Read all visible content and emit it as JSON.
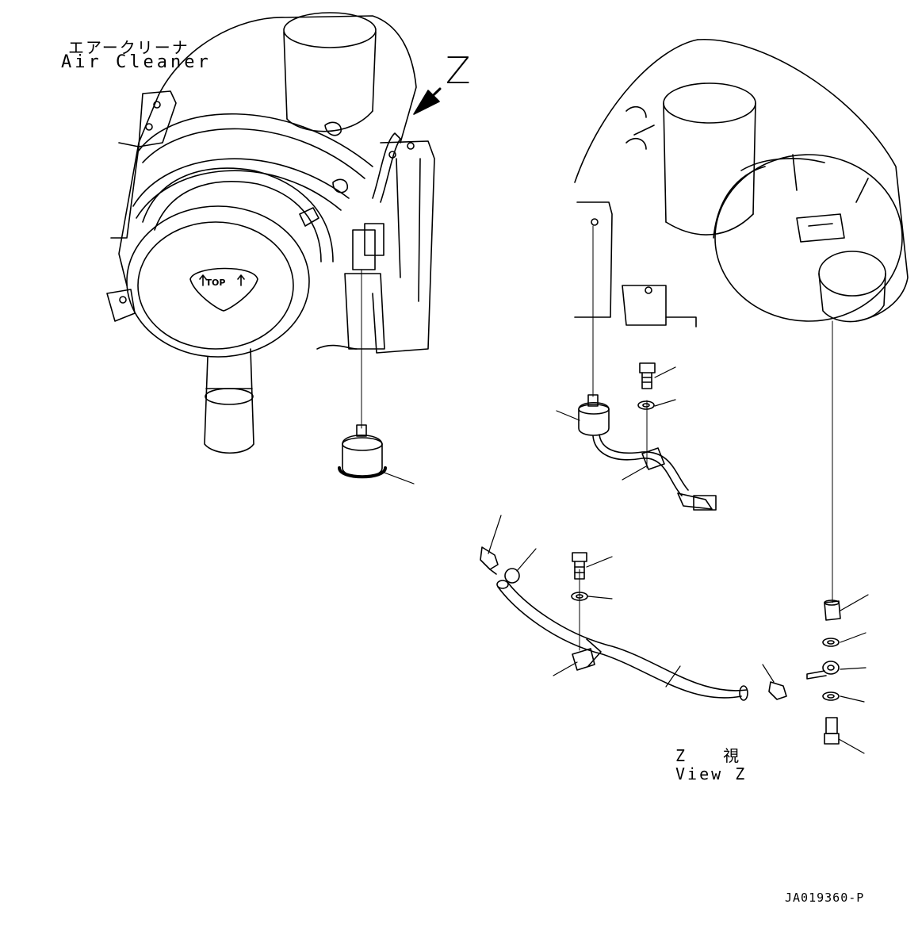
{
  "labels": {
    "air_cleaner_jp": "エアークリーナ",
    "air_cleaner_en": "Air Cleaner",
    "view_arrow": "Z",
    "view_jp": "Z 視",
    "view_en": "View Z",
    "top_mark": "TOP",
    "drawing_code": "JA019360-P"
  },
  "colors": {
    "line": "#000000",
    "background": "#ffffff"
  }
}
